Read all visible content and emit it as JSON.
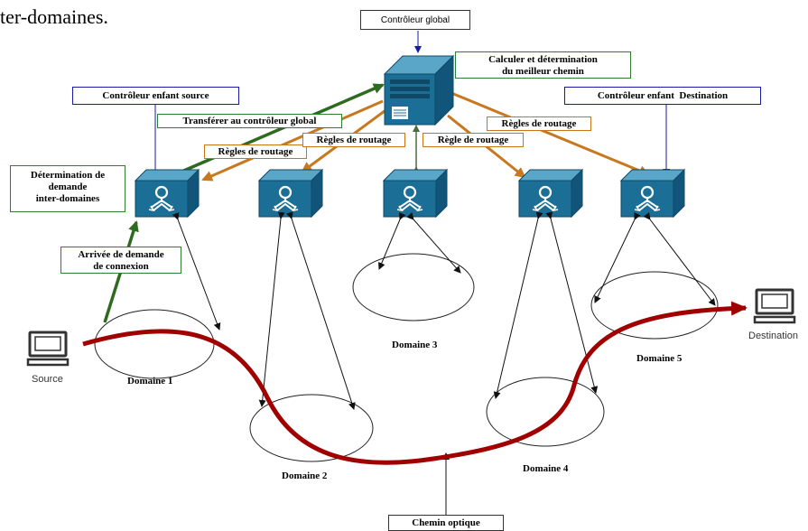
{
  "header": {
    "title_fragment": "ter-domaines."
  },
  "nodes": {
    "controleur_global": "Contrôleur global",
    "calcul_chemin": "Calculer et détermination\ndu meilleur chemin",
    "enfant_source": "Contrôleur enfant source",
    "enfant_destination": "Contrôleur enfant  Destination",
    "determination_demande": "Détermination de\ndemande\ninter-domaines",
    "arrivee_demande": "Arrivée de demande\nde connexion",
    "transferer": "Transférer au contrôleur global",
    "chemin_optique": "Chemin optique"
  },
  "routing_rules": [
    "Règles de routage",
    "Règles de routage",
    "Règle de routage",
    "Règles de routage"
  ],
  "domains": [
    "Domaine 1",
    "Domaine 2",
    "Domaine 3",
    "Domaine 4",
    "Domaine 5"
  ],
  "devices": {
    "source": "Source",
    "destination": "Destination"
  },
  "colors": {
    "optical_path": "#a00000",
    "green_arrow": "#2e6b1e",
    "orange_arrow": "#c8781e",
    "blue_arrow": "#1a1aa6",
    "router_fill": "#1b6f96",
    "server_fill": "#1b6f96"
  }
}
